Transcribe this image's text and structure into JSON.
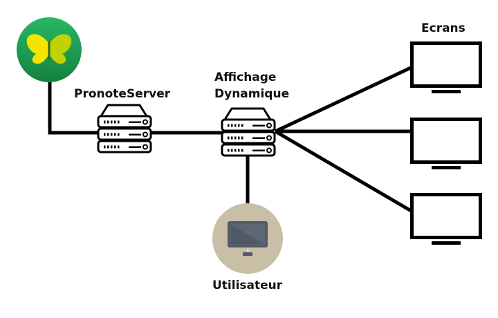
{
  "labels": {
    "pronote_server": "PronoteServer",
    "affichage_line1": "Affichage",
    "affichage_line2": "Dynamique",
    "ecrans": "Ecrans",
    "utilisateur": "Utilisateur"
  },
  "icons": {
    "app_logo": "butterfly-logo-icon",
    "server_1": "server-icon",
    "server_2": "server-icon",
    "screens": "monitor-icon",
    "user": "desktop-computer-icon"
  },
  "colors": {
    "logo_background": "#1f9e55",
    "logo_butterfly": "#f2e600",
    "user_circle": "#c9bea6",
    "user_monitor": "#4f5a66",
    "lines": "#000000"
  }
}
